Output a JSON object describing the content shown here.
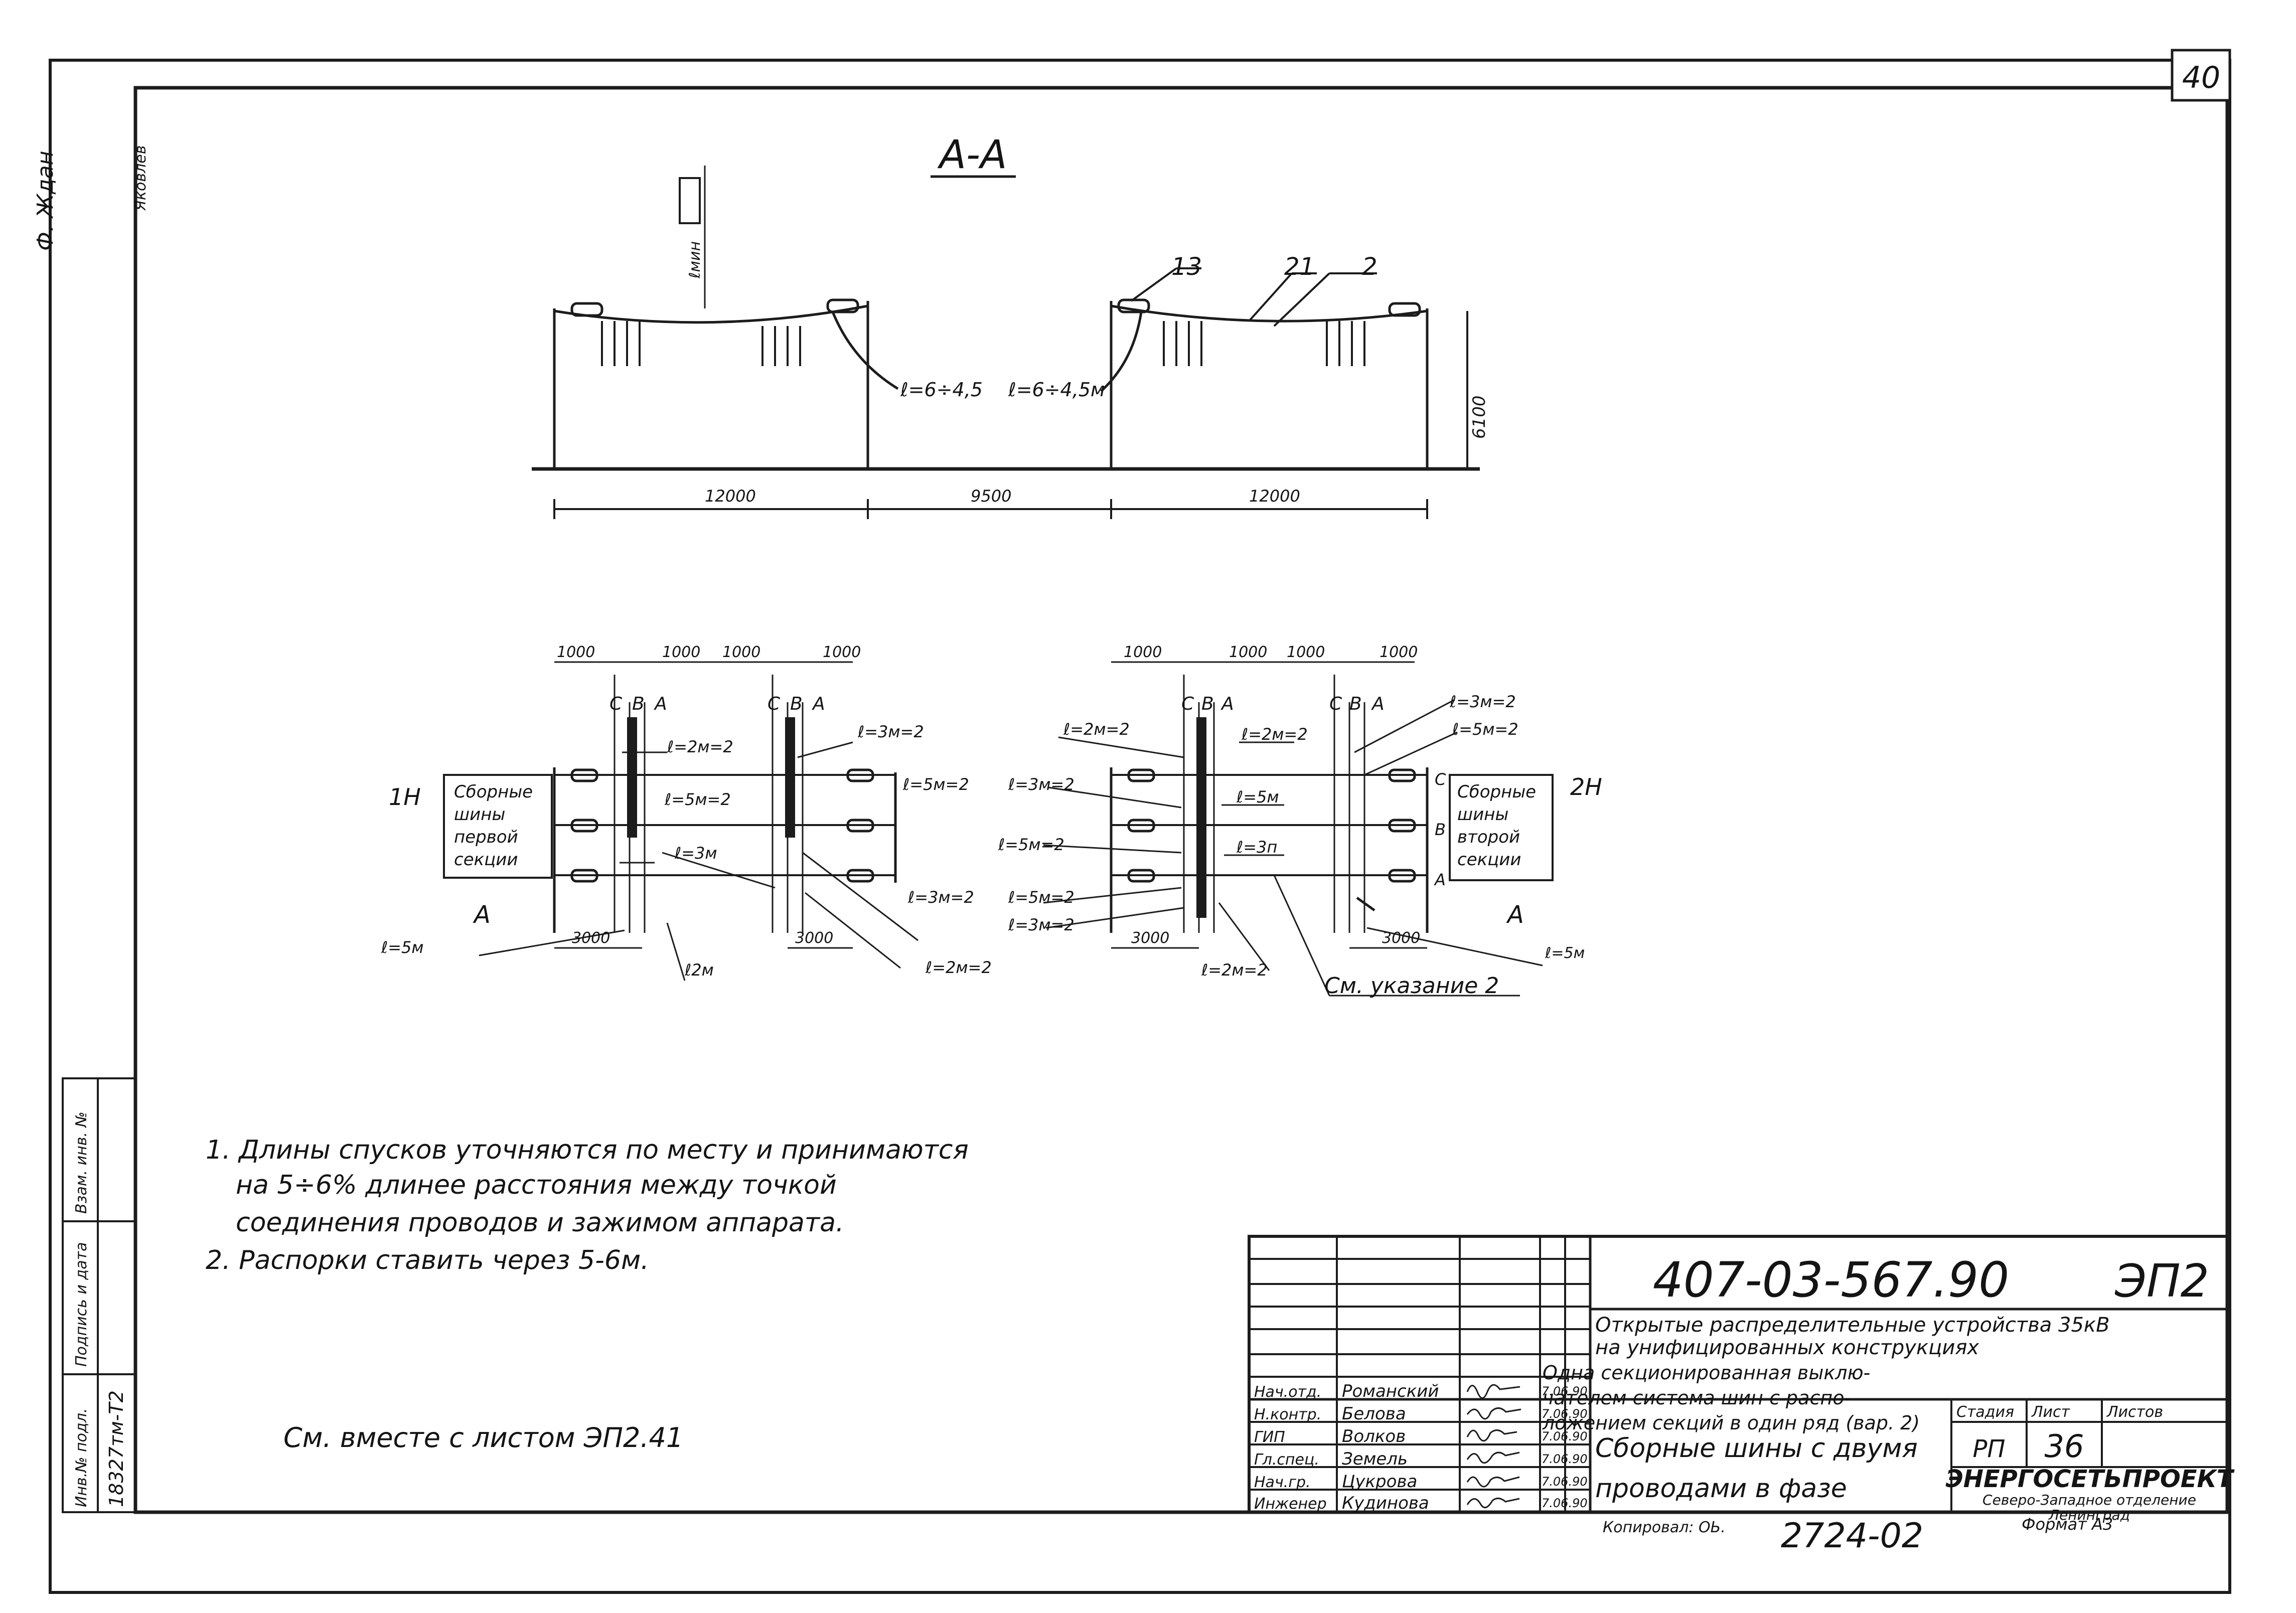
{
  "page_number": "40",
  "section": {
    "title": "А-А"
  },
  "section_view": {
    "callouts": [
      "13",
      "21",
      "2"
    ],
    "drop_left": "ℓ=6÷4,5",
    "drop_right": "ℓ=6÷4,5м",
    "clearance": "ℓмин",
    "height": "6100",
    "dims": [
      "12000",
      "9500",
      "12000"
    ]
  },
  "plan_left": {
    "top_dims": [
      "1000",
      "1000",
      "1000",
      "1000"
    ],
    "phases": [
      "С",
      "В",
      "А",
      "С",
      "В",
      "А"
    ],
    "label_id": "1Н",
    "box_lines": [
      "Сборные",
      "шины",
      "первой",
      "секции"
    ],
    "section_mark": "А",
    "wire_labels": [
      "ℓ=2м=2",
      "ℓ=5м=2",
      "ℓ=3м",
      "ℓ=3м=2",
      "ℓ=5м=2",
      "ℓ=3м=2",
      "ℓ=2м=2",
      "ℓ=5м",
      "ℓ2м"
    ],
    "bottom_dims": [
      "3000",
      "3000"
    ]
  },
  "plan_right": {
    "top_dims": [
      "1000",
      "1000",
      "1000",
      "1000"
    ],
    "phases": [
      "С",
      "В",
      "А",
      "С",
      "В",
      "А"
    ],
    "side_phases": [
      "С",
      "В",
      "А"
    ],
    "label_id": "2Н",
    "box_lines": [
      "Сборные",
      "шины",
      "второй",
      "секции"
    ],
    "section_mark": "А",
    "wire_labels": [
      "ℓ=2м=2",
      "ℓ=2м=2",
      "ℓ=3м=2",
      "ℓ=5м=2",
      "ℓ=3м=2",
      "ℓ=5м=2",
      "ℓ=5м",
      "ℓ=3п",
      "ℓ=5м=2",
      "ℓ=3м=2",
      "ℓ=2м=2",
      "ℓ=5м"
    ],
    "bottom_dims": [
      "3000",
      "3000"
    ],
    "ref_note": "См. указание 2"
  },
  "notes": [
    "1. Длины спусков уточняются по месту и принимаются",
    "на 5÷6% длинее расстояния между точкой",
    "соединения проводов и зажимом аппарата.",
    "2. Распорки ставить через 5-6м."
  ],
  "see_also": "См. вместе с листом ЭП2.41",
  "left_margin": {
    "stamp_col1": "Инв.№ подл.",
    "stamp_col2": "Подпись и дата",
    "stamp_col3": "Взам. инв. №",
    "inv_number": "18327тм-Т2",
    "handwriting": "Ф. Ждан",
    "corner_note": "Яковлев"
  },
  "title_block": {
    "doc_code": "407-03-567.90",
    "sheet_mark": "ЭП2",
    "project": [
      "Открытые распределительные устройства 35кВ",
      "на унифицированных конструкциях"
    ],
    "scheme": [
      "Одна секционированная выклю-",
      "чателем система шин с распо-",
      "ложением секций в один ряд (вар. 2)"
    ],
    "drawing_title": [
      "Сборные шины с двумя",
      "проводами в фазе"
    ],
    "roles": [
      "Нач.отд.",
      "Н.контр.",
      "ГИП",
      "Гл.спец.",
      "Нач.гр.",
      "Инженер"
    ],
    "names": [
      "Романский",
      "Белова",
      "Волков",
      "Земель",
      "Цукрова",
      "Кудинова"
    ],
    "dates": [
      "7.06.90",
      "7.06.90",
      "7.06.90",
      "7.06.90",
      "7.06.90",
      "7.06.90"
    ],
    "stage_header": "Стадия",
    "sheet_header": "Лист",
    "sheets_header": "Листов",
    "stage": "РП",
    "sheet_no": "36",
    "org": "ЭНЕРГОСЕТЬПРОЕКТ",
    "org_branch": [
      "Северо-Западное отделение",
      "Ленинград"
    ],
    "copied_label": "Копировал: ОЬ.",
    "copy_number": "2724-02",
    "format_label": "Формат А3"
  }
}
